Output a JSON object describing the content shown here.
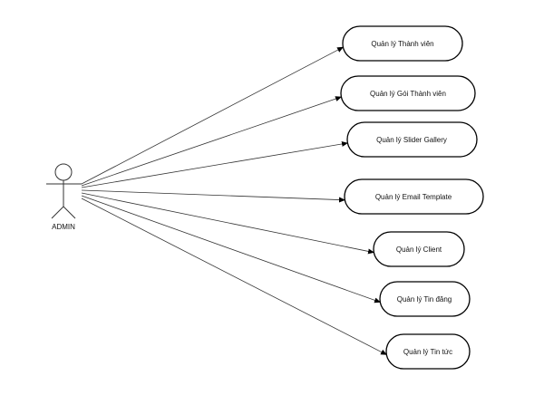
{
  "diagram": {
    "type": "use-case",
    "actor": {
      "name": "ADMIN"
    },
    "use_cases": [
      {
        "id": "uc1",
        "label": "Quản lý Thành viên"
      },
      {
        "id": "uc2",
        "label": "Quản lý Gói Thành viên"
      },
      {
        "id": "uc3",
        "label": "Quản lý Slider Gallery"
      },
      {
        "id": "uc4",
        "label": "Quản lý Email Template"
      },
      {
        "id": "uc5",
        "label": "Quản lý Client"
      },
      {
        "id": "uc6",
        "label": "Quản lý Tin đăng"
      },
      {
        "id": "uc7",
        "label": "Quản lý Tin tức"
      }
    ],
    "associations": [
      {
        "from": "ADMIN",
        "to": "uc1"
      },
      {
        "from": "ADMIN",
        "to": "uc2"
      },
      {
        "from": "ADMIN",
        "to": "uc3"
      },
      {
        "from": "ADMIN",
        "to": "uc4"
      },
      {
        "from": "ADMIN",
        "to": "uc5"
      },
      {
        "from": "ADMIN",
        "to": "uc6"
      },
      {
        "from": "ADMIN",
        "to": "uc7"
      }
    ]
  }
}
